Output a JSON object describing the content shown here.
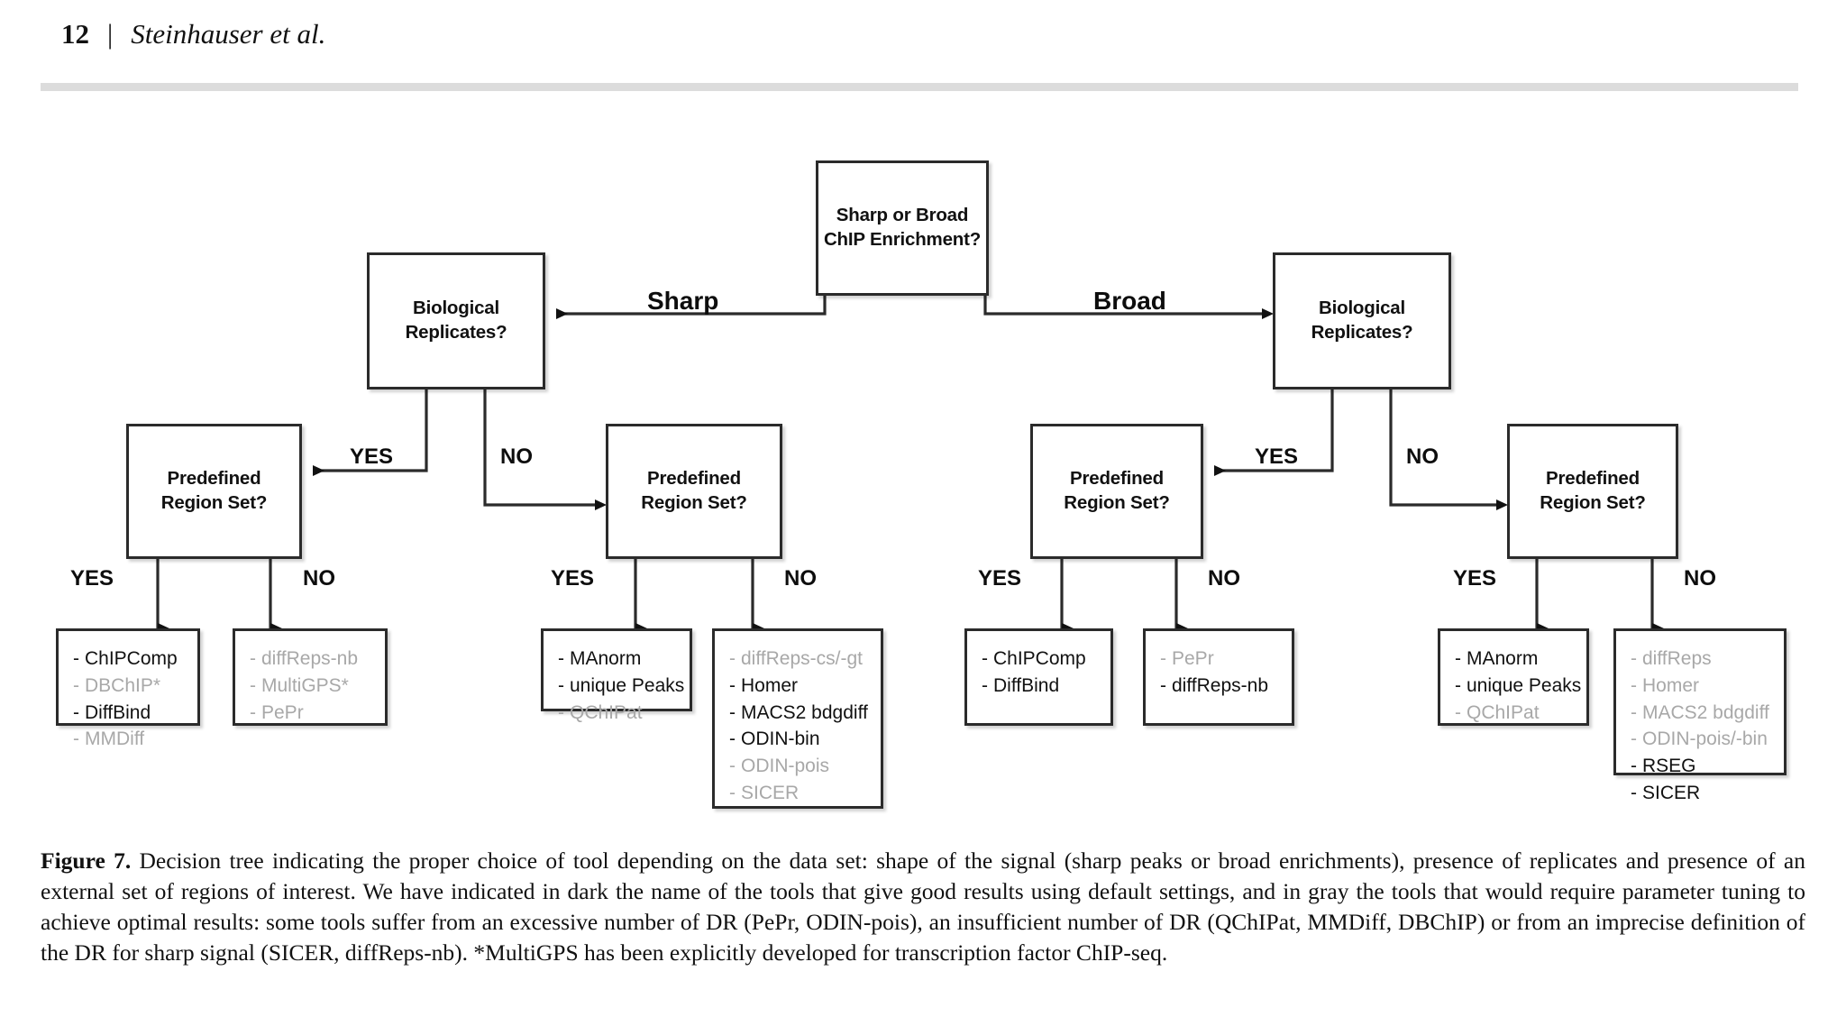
{
  "running_head": {
    "page_number": "12",
    "separator": "|",
    "authors": "Steinhauser et al."
  },
  "figure": {
    "root": {
      "label": "Sharp or Broad\nChIP Enrichment?"
    },
    "branch_labels": {
      "sharp": "Sharp",
      "broad": "Broad"
    },
    "decisions": {
      "replicates_left": "Biological\nReplicates?",
      "replicates_right": "Biological\nReplicates?",
      "region_l1": "Predefined\nRegion Set?",
      "region_l2": "Predefined\nRegion Set?",
      "region_r1": "Predefined\nRegion Set?",
      "region_r2": "Predefined\nRegion Set?"
    },
    "yes_no": {
      "yes": "YES",
      "no": "NO"
    },
    "leaves": [
      {
        "id": "sharp-rep-yes-region-yes",
        "items": [
          {
            "name": "ChIPComp",
            "style": "dark"
          },
          {
            "name": "DBChIP*",
            "style": "gray"
          },
          {
            "name": "DiffBind",
            "style": "dark"
          },
          {
            "name": "MMDiff",
            "style": "gray"
          }
        ]
      },
      {
        "id": "sharp-rep-yes-region-no",
        "items": [
          {
            "name": "diffReps-nb",
            "style": "gray"
          },
          {
            "name": "MultiGPS*",
            "style": "gray"
          },
          {
            "name": "PePr",
            "style": "gray"
          }
        ]
      },
      {
        "id": "sharp-rep-no-region-yes",
        "items": [
          {
            "name": "MAnorm",
            "style": "dark"
          },
          {
            "name": "unique Peaks",
            "style": "dark"
          },
          {
            "name": "QChIPat",
            "style": "gray"
          }
        ]
      },
      {
        "id": "sharp-rep-no-region-no",
        "items": [
          {
            "name": "diffReps-cs/-gt",
            "style": "gray"
          },
          {
            "name": "Homer",
            "style": "dark"
          },
          {
            "name": "MACS2 bdgdiff",
            "style": "dark"
          },
          {
            "name": "ODIN-bin",
            "style": "dark"
          },
          {
            "name": "ODIN-pois",
            "style": "gray"
          },
          {
            "name": "SICER",
            "style": "gray"
          }
        ]
      },
      {
        "id": "broad-rep-yes-region-yes",
        "items": [
          {
            "name": "ChIPComp",
            "style": "dark"
          },
          {
            "name": "DiffBind",
            "style": "dark"
          }
        ]
      },
      {
        "id": "broad-rep-yes-region-no",
        "items": [
          {
            "name": "PePr",
            "style": "gray"
          },
          {
            "name": "diffReps-nb",
            "style": "dark"
          }
        ]
      },
      {
        "id": "broad-rep-no-region-yes",
        "items": [
          {
            "name": "MAnorm",
            "style": "dark"
          },
          {
            "name": "unique Peaks",
            "style": "dark"
          },
          {
            "name": "QChIPat",
            "style": "gray"
          }
        ]
      },
      {
        "id": "broad-rep-no-region-no",
        "items": [
          {
            "name": "diffReps",
            "style": "gray"
          },
          {
            "name": "Homer",
            "style": "gray"
          },
          {
            "name": "MACS2 bdgdiff",
            "style": "gray"
          },
          {
            "name": "ODIN-pois/-bin",
            "style": "gray"
          },
          {
            "name": "RSEG",
            "style": "dark"
          },
          {
            "name": "SICER",
            "style": "dark"
          }
        ]
      }
    ],
    "colors": {
      "stroke": "#2b2b2b",
      "dark_text": "#111111",
      "gray_text": "#a8a8a8"
    }
  },
  "caption": {
    "label": "Figure 7.",
    "text": " Decision tree indicating the proper choice of tool depending on the data set: shape of the signal (sharp peaks or broad enrichments), presence of replicates and presence of an external set of regions of interest. We have indicated in dark the name of the tools that give good results using default settings, and in gray the tools that would require parameter tuning to achieve optimal results: some tools suffer from an excessive number of DR (PePr, ODIN-pois), an insufficient number of DR (QChIPat, MMDiff, DBChIP) or from an imprecise definition of the DR for sharp signal (SICER, diffReps-nb). *MultiGPS has been explicitly developed for transcription factor ChIP-seq."
  }
}
